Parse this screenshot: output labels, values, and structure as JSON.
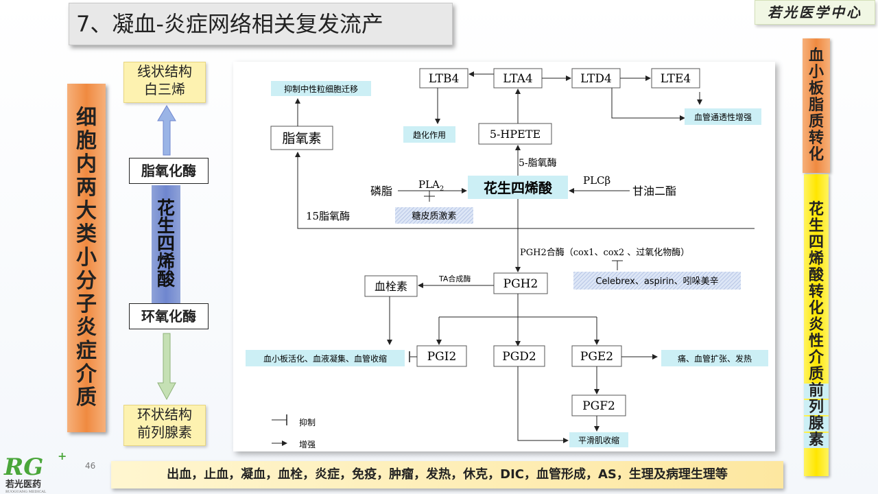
{
  "title": "7、凝血-炎症网络相关复发流产",
  "brand": "若光医学中心",
  "left_panel": {
    "vertical_label": "细胞内两大类小分子炎症介质",
    "top_box": [
      "线状结构",
      "白三烯"
    ],
    "upper_enzyme": "脂氧化酶",
    "center_label": "花生四烯酸",
    "lower_enzyme": "环氧化酶",
    "bottom_box": [
      "环状结构",
      "前列腺素"
    ]
  },
  "right_panel": {
    "top_label": "血小板脂质转化",
    "bottom_label": "花生四烯酸转化炎性介质前列腺素",
    "bottom_highlight_chars": [
      "前",
      "列",
      "腺",
      "素"
    ]
  },
  "diagram": {
    "nodes": {
      "ltb4": "LTB4",
      "lta4": "LTA4",
      "ltd4": "LTD4",
      "lte4": "LTE4",
      "hpete": "5-HPETE",
      "lipoxin": "脂氧素",
      "aa": "花生四烯酸",
      "pgh2": "PGH2",
      "thromboxane": "血栓素",
      "pgi2": "PGI2",
      "pgd2": "PGD2",
      "pge2": "PGE2",
      "pgf2": "PGF2"
    },
    "effects": {
      "neutrophil": "抑制中性粒细胞迁移",
      "chemotaxis": "趋化作用",
      "permeability": "血管通透性增强",
      "platelet": "血小板活化、血液凝集、血管收缩",
      "pain": "痛、血管扩张、发热",
      "smooth_muscle": "平滑肌收缩"
    },
    "labels": {
      "lipoxygenase5": "5-脂氧酶",
      "phospholipid": "磷脂",
      "pla2": "PLA",
      "pla2_sub": "2",
      "plcb": "PLCβ",
      "diglyceride": "甘油二酯",
      "glucocorticoid": "糖皮质激素",
      "lipoxygenase15": "15脂氧酶",
      "pgh2_synthase": "PGH2合酶（cox1、cox2 、过氧化物酶）",
      "inhibitors": "Celebrex、aspirin、吲哚美辛",
      "ta_synthase": "TA合成酶"
    },
    "legend": {
      "inhibit": "抑制",
      "enhance": "增强"
    }
  },
  "footer": "出血，止血，凝血，血栓，炎症，免疫，肿瘤，发热，休克，DIC，血管形成，AS，生理及病理生理等",
  "page_number": "46",
  "logo": {
    "letters": "RG",
    "text": "若光医药",
    "subtext": "RUOGUANG MEDICAL"
  },
  "colors": {
    "orange": "#f08a40",
    "yellow": "#ffe600",
    "blue": "#6f86cf",
    "cyan": "#cceff5",
    "logo_green": "#4aa63a"
  }
}
